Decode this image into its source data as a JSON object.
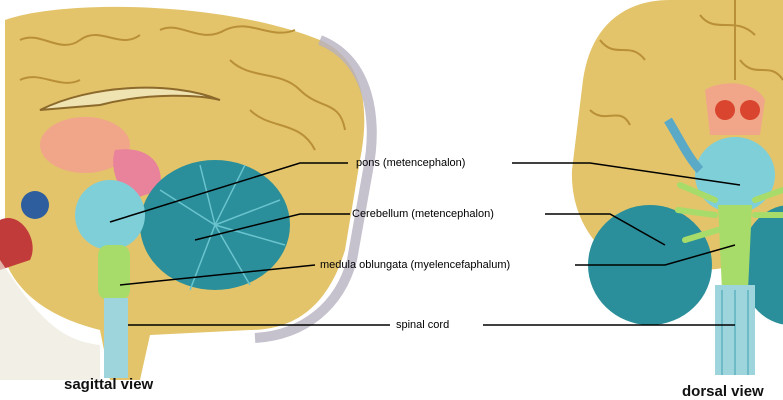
{
  "labels": {
    "pons": "pons (metencephalon)",
    "cerebellum": "Cerebellum (metencephalon)",
    "medulla": "medula oblungata (myelencefaphalum)",
    "spinal_cord": "spinal cord"
  },
  "captions": {
    "sagittal": "sagittal view",
    "dorsal": "dorsal view"
  },
  "colors": {
    "cortex": "#e3c46a",
    "cortex_dark": "#b98f37",
    "pons": "#7fcfd9",
    "cerebellum": "#2a8f9a",
    "medulla": "#a8dc6a",
    "thalamus": "#f1a68a",
    "midbrain": "#e8839b",
    "cord": "#9ed4dc"
  }
}
